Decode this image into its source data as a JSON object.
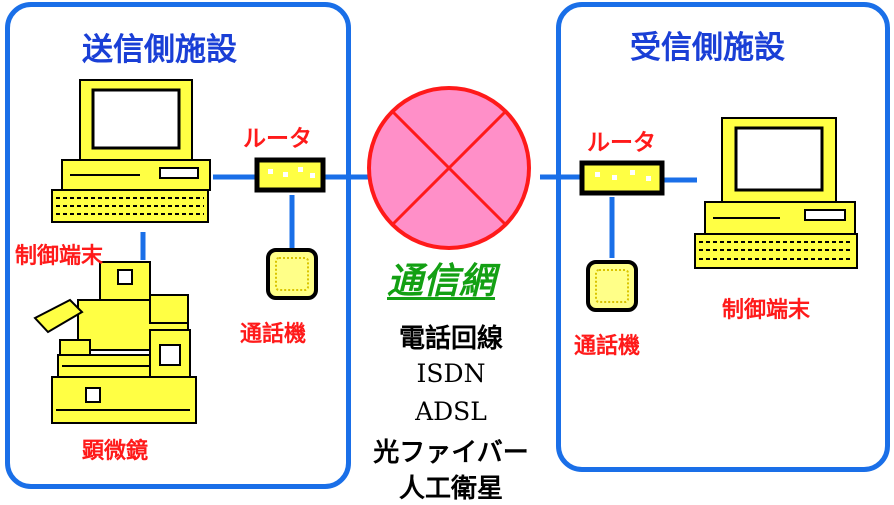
{
  "sender": {
    "title": "送信側施設",
    "terminal_label": "制御端末",
    "microscope_label": "顕微鏡",
    "router_label": "ルータ",
    "phone_label": "通話機"
  },
  "receiver": {
    "title": "受信側施設",
    "router_label": "ルータ",
    "phone_label": "通話機",
    "terminal_label": "制御端末"
  },
  "network": {
    "title": "通信網",
    "types": [
      "電話回線",
      "ISDN",
      "ADSL",
      "光ファイバー",
      "人工衛星"
    ]
  },
  "colors": {
    "frame": "#1a6fe8",
    "title": "#1a3fd6",
    "label": "#ff1a1a",
    "network_title": "#13a013",
    "network_fill": "#ff8fc8",
    "network_border": "#ff1a1a",
    "equipment": "#ffff44",
    "connector": "#1a6fe8"
  }
}
